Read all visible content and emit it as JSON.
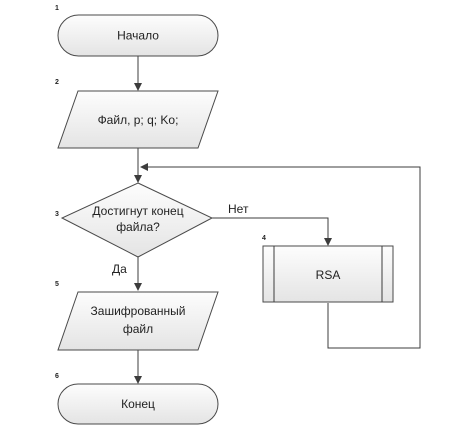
{
  "flowchart": {
    "steps": {
      "start": {
        "number": "1",
        "label": "Начало"
      },
      "input": {
        "number": "2",
        "label": "Файл, p; q; Ko;"
      },
      "decision": {
        "number": "3",
        "label_line1": "Достигнут конец",
        "label_line2": "файла?"
      },
      "process": {
        "number": "4",
        "label": "RSA"
      },
      "output": {
        "number": "5",
        "label_line1": "Зашифрованный",
        "label_line2": "файл"
      },
      "end": {
        "number": "6",
        "label": "Конец"
      }
    },
    "branches": {
      "yes": "Да",
      "no": "Нет"
    }
  }
}
